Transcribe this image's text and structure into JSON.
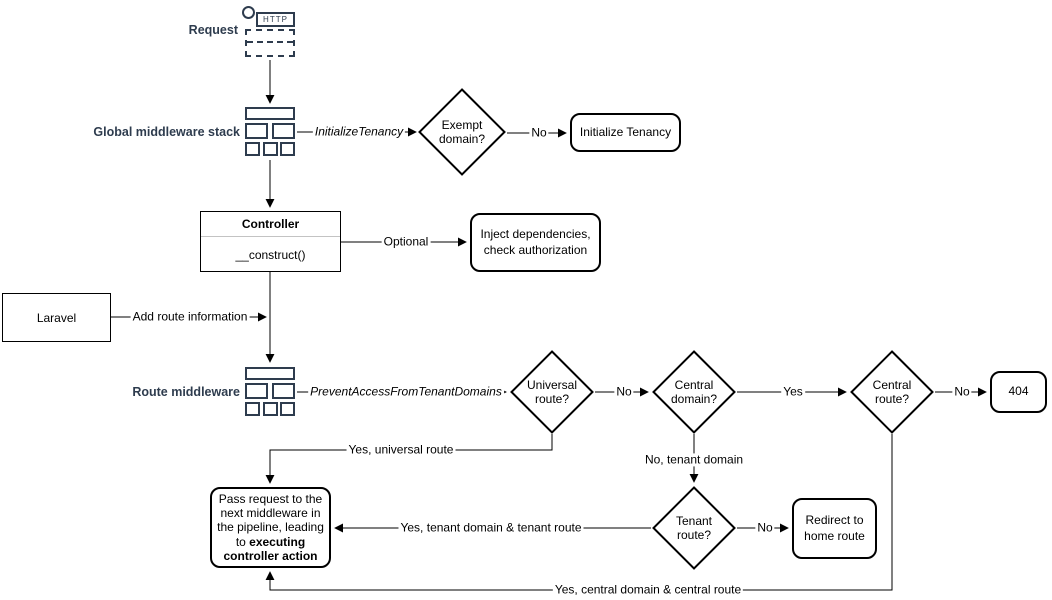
{
  "colors": {
    "accent_navy": "#2e3c4e",
    "line": "#000000",
    "background": "#ffffff"
  },
  "nodes": {
    "request_label": "Request",
    "http_badge": "HTTP",
    "global_middleware_label": "Global middleware stack",
    "route_middleware_label": "Route middleware",
    "exempt_domain": "Exempt domain?",
    "initialize_tenancy_box": "Initialize Tenancy",
    "controller_title": "Controller",
    "controller_method": "__construct()",
    "inject_box": "Inject dependencies, check authorization",
    "laravel": "Laravel",
    "universal_route": "Universal route?",
    "central_domain": "Central domain?",
    "central_route": "Central route?",
    "not_found": "404",
    "tenant_route": "Tenant route?",
    "redirect_home": "Redirect to home route",
    "pass_request_normal": "Pass request to the next middleware in the pipeline, leading to ",
    "pass_request_bold": "executing controller action"
  },
  "edges": {
    "initialize_tenancy": "InitializeTenancy",
    "no_exempt": "No",
    "optional": "Optional",
    "add_route_information": "Add route information",
    "prevent_access": "PreventAccessFromTenantDomains",
    "no_universal": "No",
    "yes_central_domain": "Yes",
    "no_central_route": "No",
    "yes_universal_route": "Yes, universal route",
    "no_tenant_domain": "No, tenant domain",
    "no_tenant_route": "No",
    "yes_tenant": "Yes, tenant domain & tenant route",
    "yes_central": "Yes, central domain & central route"
  }
}
